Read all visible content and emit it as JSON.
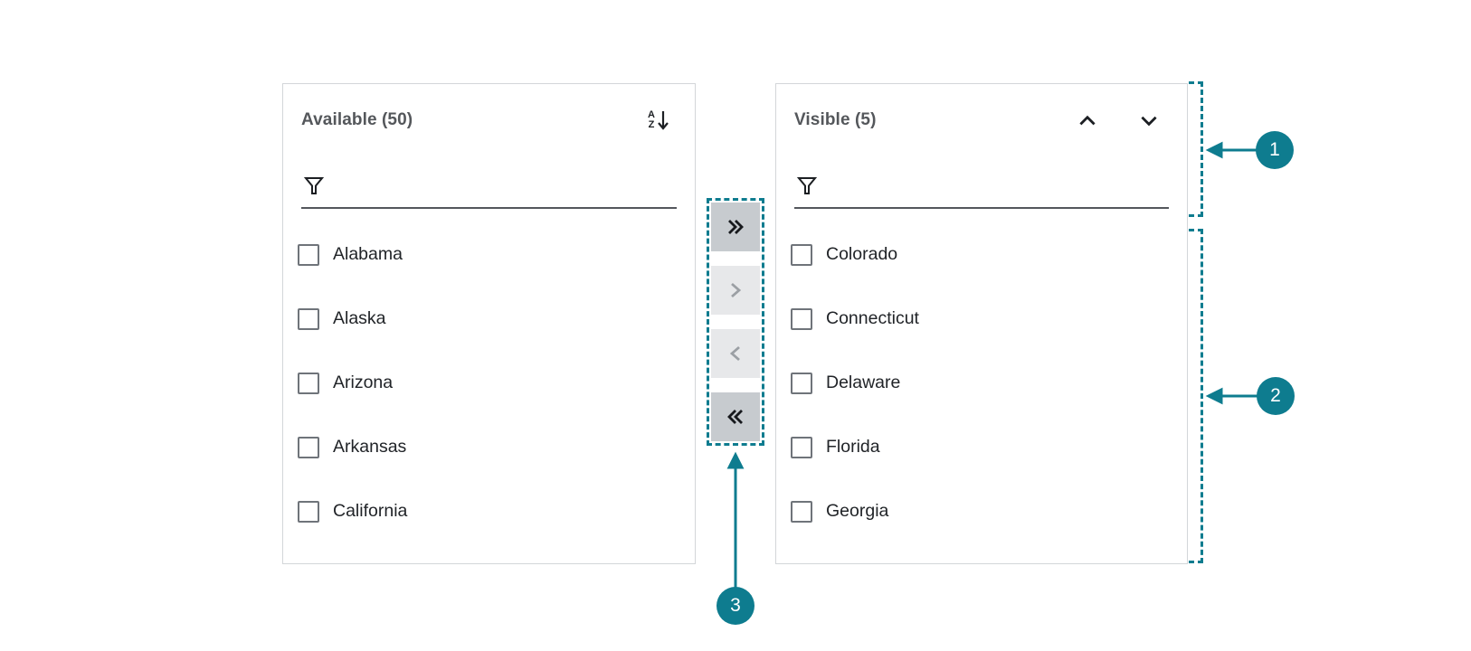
{
  "colors": {
    "accent_teal": "#0e7c8f",
    "panel_border": "#d3d6d9",
    "enabled_button_bg": "#c7cbcf",
    "disabled_button_bg": "#e7e8ea",
    "enabled_button_icon": "#17191d",
    "disabled_button_icon": "#9b9fa4",
    "panel_title_text": "#54575b",
    "item_text": "#212428"
  },
  "available_panel": {
    "title": "Available (50)",
    "sort_icon": {
      "top_letter": "A",
      "bottom_letter": "Z"
    },
    "filter_value": "",
    "items": [
      {
        "label": "Alabama",
        "checked": false
      },
      {
        "label": "Alaska",
        "checked": false
      },
      {
        "label": "Arizona",
        "checked": false
      },
      {
        "label": "Arkansas",
        "checked": false
      },
      {
        "label": "California",
        "checked": false
      }
    ]
  },
  "visible_panel": {
    "title": "Visible (5)",
    "filter_value": "",
    "items": [
      {
        "label": "Colorado",
        "checked": false
      },
      {
        "label": "Connecticut",
        "checked": false
      },
      {
        "label": "Delaware",
        "checked": false
      },
      {
        "label": "Florida",
        "checked": false
      },
      {
        "label": "Georgia",
        "checked": false
      }
    ]
  },
  "transfer_buttons": {
    "move_all_right": {
      "icon": "double-chevron-right-icon",
      "enabled": true
    },
    "move_right": {
      "icon": "chevron-right-icon",
      "enabled": false
    },
    "move_left": {
      "icon": "chevron-left-icon",
      "enabled": false
    },
    "move_all_left": {
      "icon": "double-chevron-left-icon",
      "enabled": true
    }
  },
  "annotations": {
    "one": "1",
    "two": "2",
    "three": "3"
  }
}
